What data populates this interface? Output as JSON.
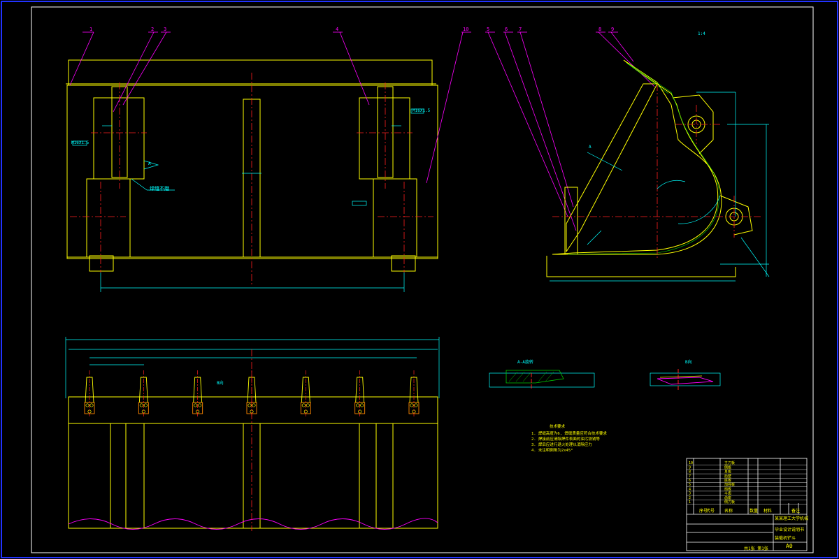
{
  "colors": {
    "background": "#000000",
    "frame": "#ffffff",
    "outline": "#ffff00",
    "centerline": "#ff2020",
    "dimension": "#00ffff",
    "leader": "#ff00ff",
    "hatch": "#00cc00",
    "accent": "#0000ff"
  },
  "callouts": [
    "1",
    "2",
    "3",
    "4",
    "10",
    "5",
    "6",
    "7",
    "8",
    "9"
  ],
  "front_view": {
    "note_text": "焊缝不磨",
    "notation_left": "M16X1.5",
    "notation_right": "M16X1.5",
    "small_label": "A"
  },
  "side_view": {
    "section_marker": "A",
    "scale_note": "1:4"
  },
  "bottom_view": {
    "direction_label": "B向",
    "tooth_count": 7
  },
  "section_views": {
    "section_a_title": "A-A旋转",
    "view_b_title": "B向"
  },
  "technical_requirements": {
    "title": "技术要求",
    "items": [
      "1. 焊缝高度为6, 焊缝质量应符合技术要求",
      "2. 焊接前应清除焊件表面的油污铁锈等",
      "3. 焊后应进行退火处理以消除应力",
      "4. 未注明倒角为2x45°"
    ]
  },
  "title_block": {
    "parts_header": [
      "序号",
      "代号",
      "名称",
      "数量",
      "材料",
      "备注"
    ],
    "parts": [
      {
        "no": "10",
        "name": "主刀板"
      },
      {
        "no": "9",
        "name": "侧板"
      },
      {
        "no": "8",
        "name": "耳板"
      },
      {
        "no": "7",
        "name": "后壁"
      },
      {
        "no": "6",
        "name": "底板"
      },
      {
        "no": "5",
        "name": "加强板"
      },
      {
        "no": "4",
        "name": "挡板"
      },
      {
        "no": "3",
        "name": "斗齿"
      },
      {
        "no": "2",
        "name": "齿座"
      },
      {
        "no": "1",
        "name": "侧刀板"
      }
    ],
    "school": "某某理工大学机械",
    "project": "毕业设计说明书",
    "drawing_name": "装载机铲斗",
    "sheet_info": "共1张 第1张",
    "size": "A0"
  }
}
